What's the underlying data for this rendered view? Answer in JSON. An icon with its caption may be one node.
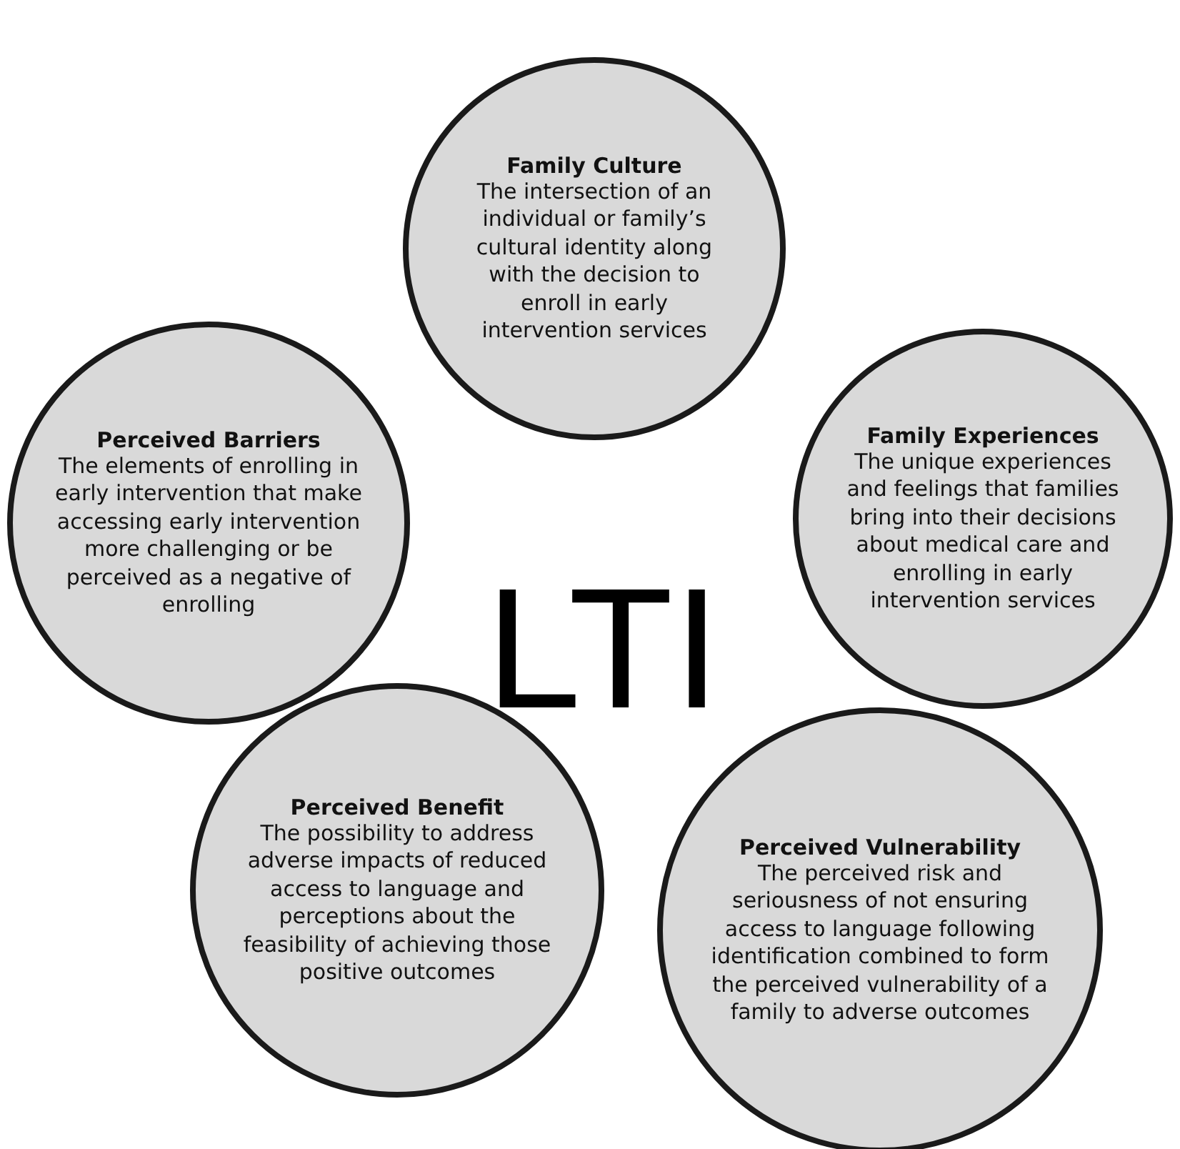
{
  "diagram": {
    "nodes": [
      {
        "text": [
          "Family Culture",
          "The intersection of an individual or family’s cultural identity along with the decision to enroll in early intervention services"
        ]
      },
      {
        "text": [
          "Perceived Barriers",
          "The elements of enrolling in early intervention that make accessing early intervention more challenging or be perceived as a negative of enrolling"
        ]
      },
      {
        "text": [
          "Family Experiences",
          "The unique experiences and feelings that families bring into their decisions about medical care and enrolling in early intervention services"
        ]
      },
      {
        "text": [
          "Perceived Benefit",
          "The possibility to address adverse impacts of reduced access to language and perceptions about the feasibility of achieving those positive outcomes"
        ]
      },
      {
        "text": [
          "Perceived Vulnerability",
          "The perceived risk and seriousness of not ensuring access to language following identification combined to form the perceived vulnerability of a family to adverse outcomes"
        ]
      }
    ],
    "labels": [
      "LTI"
    ]
  }
}
